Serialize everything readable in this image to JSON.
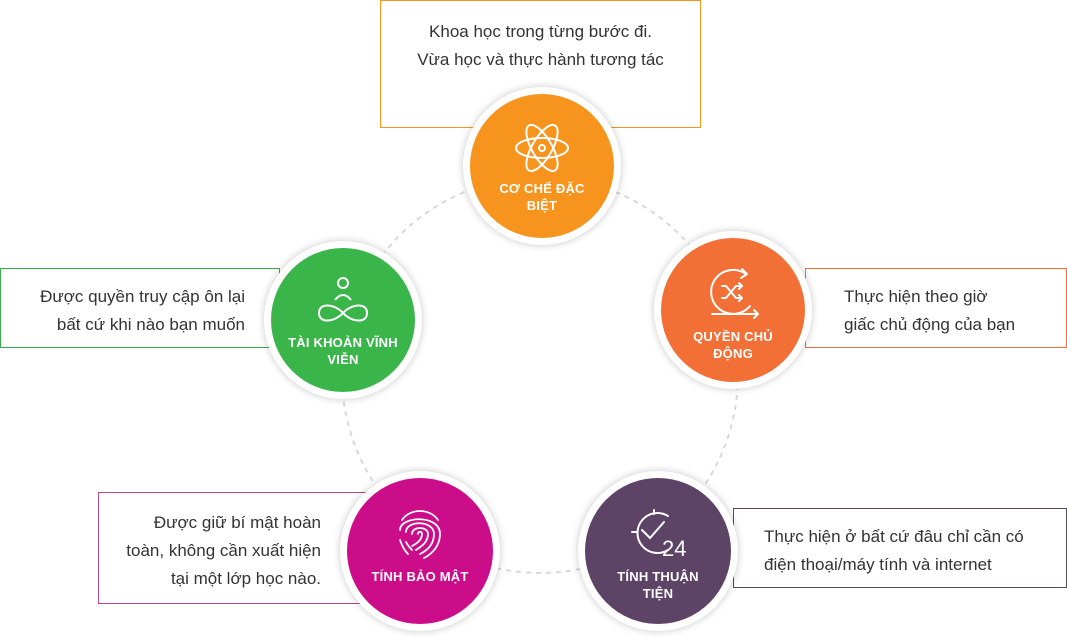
{
  "colors": {
    "orange": "#f7941d",
    "green": "#3ab54a",
    "orange_red": "#f26f35",
    "magenta": "#cc0d8a",
    "purple": "#5d4366"
  },
  "nodes": {
    "top": {
      "label": "CƠ CHẾ ĐẶC BIỆT",
      "icon": "atom-icon",
      "text_lines": [
        "Khoa học trong từng bước đi.",
        "Vừa học và thực hành tương tác"
      ]
    },
    "left": {
      "label": "TÀI KHOẢN VĨNH VIỄN",
      "icon": "infinity-person-icon",
      "text_lines": [
        "Được quyền truy cập ôn lại",
        "bất cứ khi nào bạn muốn"
      ]
    },
    "right": {
      "label": "QUYỀN CHỦ ĐỘNG",
      "icon": "shuffle-cycle-icon",
      "text_lines": [
        "Thực hiện theo giờ",
        "giấc chủ động của bạn"
      ]
    },
    "bottom_left": {
      "label": "TÍNH BẢO MẬT",
      "icon": "fingerprint-icon",
      "text_lines": [
        "Được giữ bí mật hoàn",
        "toàn, không cần xuất hiện",
        "tại một lớp học nào."
      ]
    },
    "bottom_right": {
      "label": "TÍNH THUẬN TIỆN",
      "icon": "clock-24-icon",
      "text_lines": [
        "Thực hiện ở bất cứ đâu chỉ cần có",
        "điện thoại/máy tính và internet"
      ]
    }
  }
}
